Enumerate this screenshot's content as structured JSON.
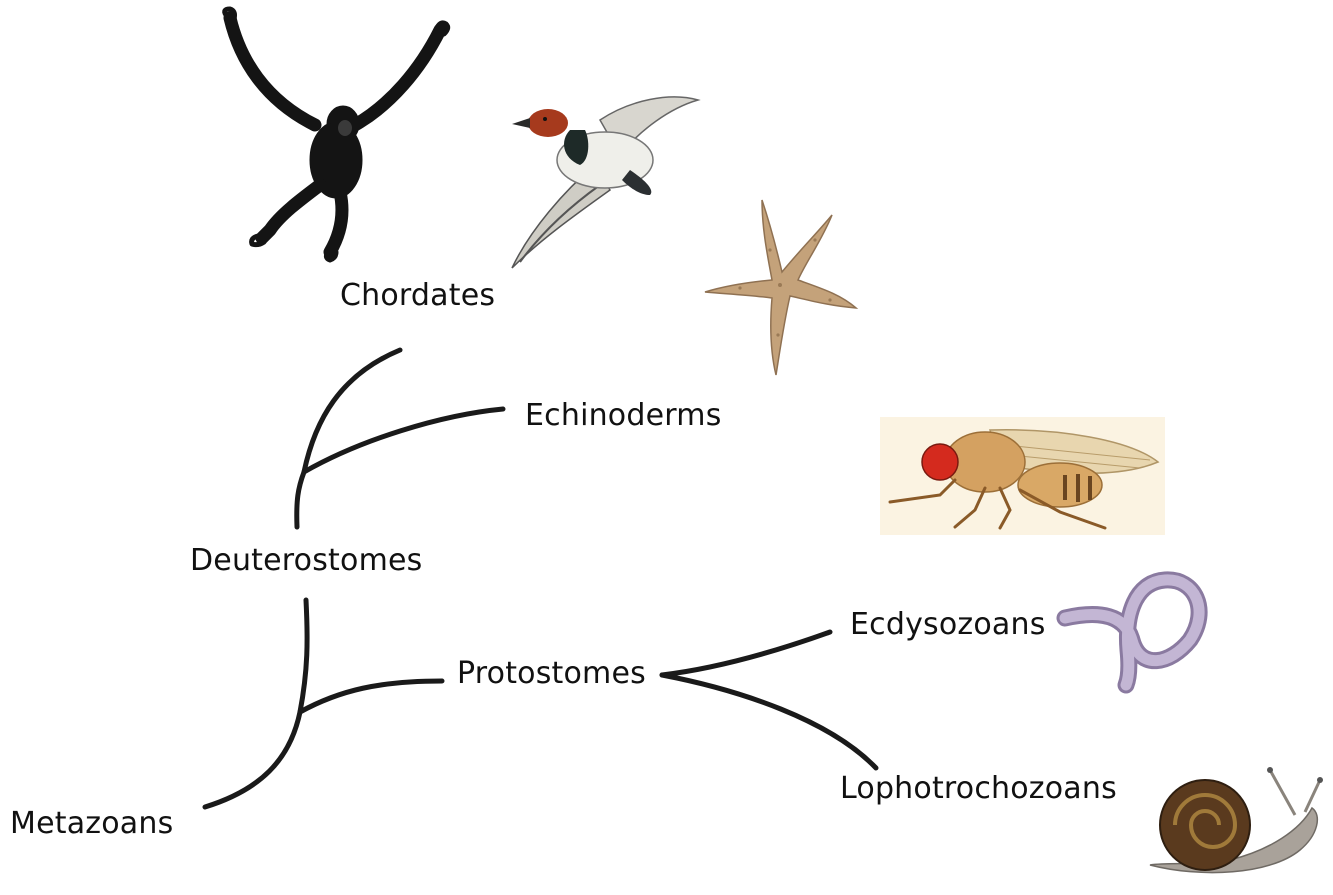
{
  "tree": {
    "labels": {
      "chordates": "Chordates",
      "echinoderms": "Echinoderms",
      "deuterostomes": "Deuterostomes",
      "protostomes": "Protostomes",
      "ecdysozoans": "Ecdysozoans",
      "lophotrochozoans": "Lophotrochozoans",
      "metazoans": "Metazoans"
    },
    "line_color": "#1a1a1a"
  },
  "illustrations": {
    "gibbon": "gibbon-illustration",
    "duck": "duck-illustration",
    "starfish": "starfish-illustration",
    "fruit_fly": "fruit-fly-illustration",
    "nematode": "nematode-illustration",
    "snail": "snail-illustration"
  }
}
